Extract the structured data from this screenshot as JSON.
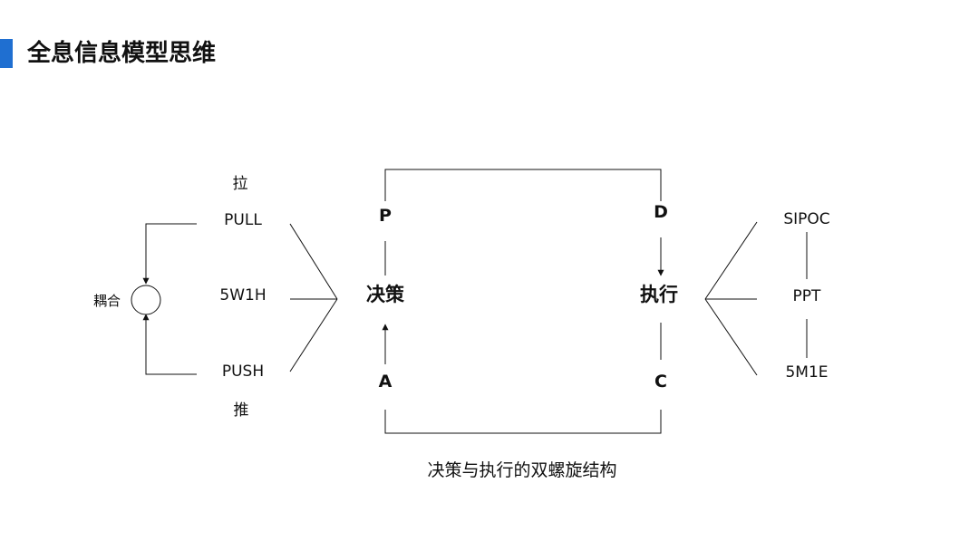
{
  "header": {
    "title": "全息信息模型思维",
    "accent_color": "#1f6fd1"
  },
  "diagram": {
    "left": {
      "pull_cn": "拉",
      "pull": "PULL",
      "middle": "5W1H",
      "push": "PUSH",
      "push_cn": "推",
      "coupling": "耦合"
    },
    "loop": {
      "p": "P",
      "d": "D",
      "a": "A",
      "c": "C",
      "decision": "决策",
      "execution": "执行"
    },
    "right": {
      "top": "SIPOC",
      "middle": "PPT",
      "bottom": "5M1E"
    },
    "caption": "决策与执行的双螺旋结构"
  }
}
